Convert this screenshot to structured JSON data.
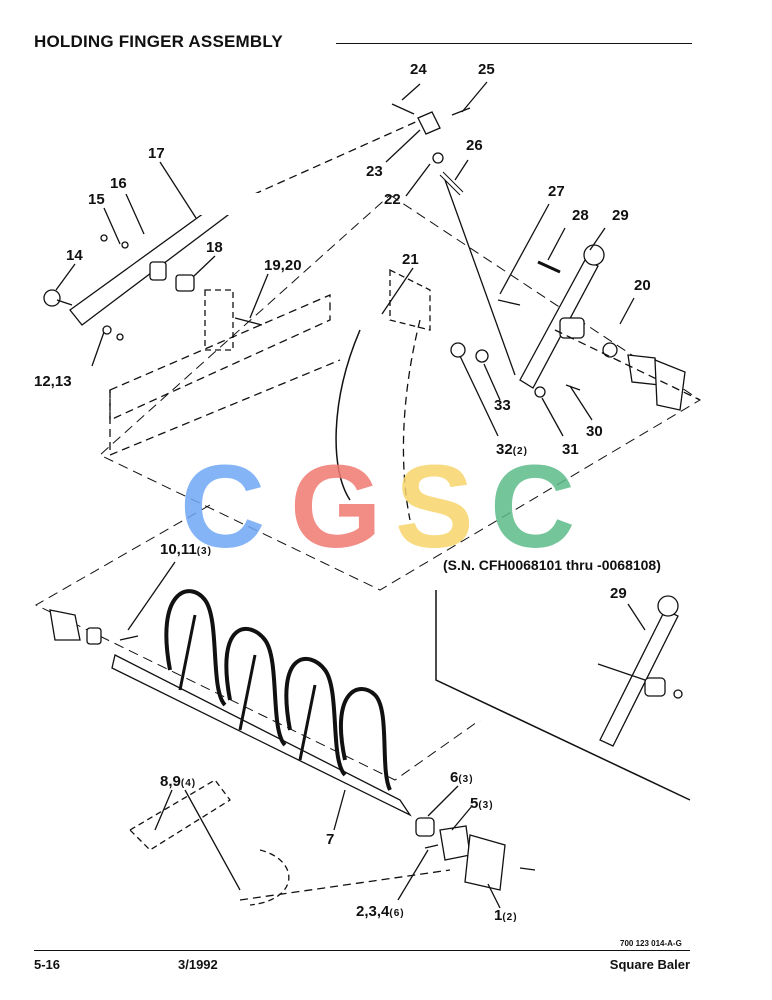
{
  "header": {
    "title": "HOLDING FINGER ASSEMBLY"
  },
  "callouts": [
    {
      "id": "c24",
      "label": "24",
      "qty": ""
    },
    {
      "id": "c25",
      "label": "25",
      "qty": ""
    },
    {
      "id": "c26",
      "label": "26",
      "qty": ""
    },
    {
      "id": "c23",
      "label": "23",
      "qty": ""
    },
    {
      "id": "c22",
      "label": "22",
      "qty": ""
    },
    {
      "id": "c17",
      "label": "17",
      "qty": ""
    },
    {
      "id": "c16",
      "label": "16",
      "qty": ""
    },
    {
      "id": "c15",
      "label": "15",
      "qty": ""
    },
    {
      "id": "c18",
      "label": "18",
      "qty": ""
    },
    {
      "id": "c14",
      "label": "14",
      "qty": ""
    },
    {
      "id": "c19",
      "label": "19,20",
      "qty": ""
    },
    {
      "id": "c21",
      "label": "21",
      "qty": ""
    },
    {
      "id": "c27",
      "label": "27",
      "qty": ""
    },
    {
      "id": "c28",
      "label": "28",
      "qty": ""
    },
    {
      "id": "c29",
      "label": "29",
      "qty": ""
    },
    {
      "id": "c20",
      "label": "20",
      "qty": ""
    },
    {
      "id": "c12",
      "label": "12,13",
      "qty": ""
    },
    {
      "id": "c33",
      "label": "33",
      "qty": ""
    },
    {
      "id": "c30",
      "label": "30",
      "qty": ""
    },
    {
      "id": "c32",
      "label": "32",
      "qty": "(2)"
    },
    {
      "id": "c31",
      "label": "31",
      "qty": ""
    },
    {
      "id": "c10",
      "label": "10,11",
      "qty": "(3)"
    },
    {
      "id": "c29b",
      "label": "29",
      "qty": ""
    },
    {
      "id": "c8",
      "label": "8,9",
      "qty": "(4)"
    },
    {
      "id": "c6",
      "label": "6",
      "qty": "(3)"
    },
    {
      "id": "c5",
      "label": "5",
      "qty": "(3)"
    },
    {
      "id": "c7",
      "label": "7",
      "qty": ""
    },
    {
      "id": "c2",
      "label": "2,3,4",
      "qty": "(6)"
    },
    {
      "id": "c1",
      "label": "1",
      "qty": "(2)"
    }
  ],
  "serial_note": "(S.N. CFH0068101 thru -0068108)",
  "watermark": {
    "letters": [
      "C",
      "G",
      "S",
      "C"
    ],
    "colors": [
      "#6fa8f5",
      "#f07a72",
      "#f7d56a",
      "#5dbb8a"
    ]
  },
  "footer": {
    "drawing_number": "700 123 014-A-G",
    "page_number": "5-16",
    "date": "3/1992",
    "product": "Square Baler"
  }
}
